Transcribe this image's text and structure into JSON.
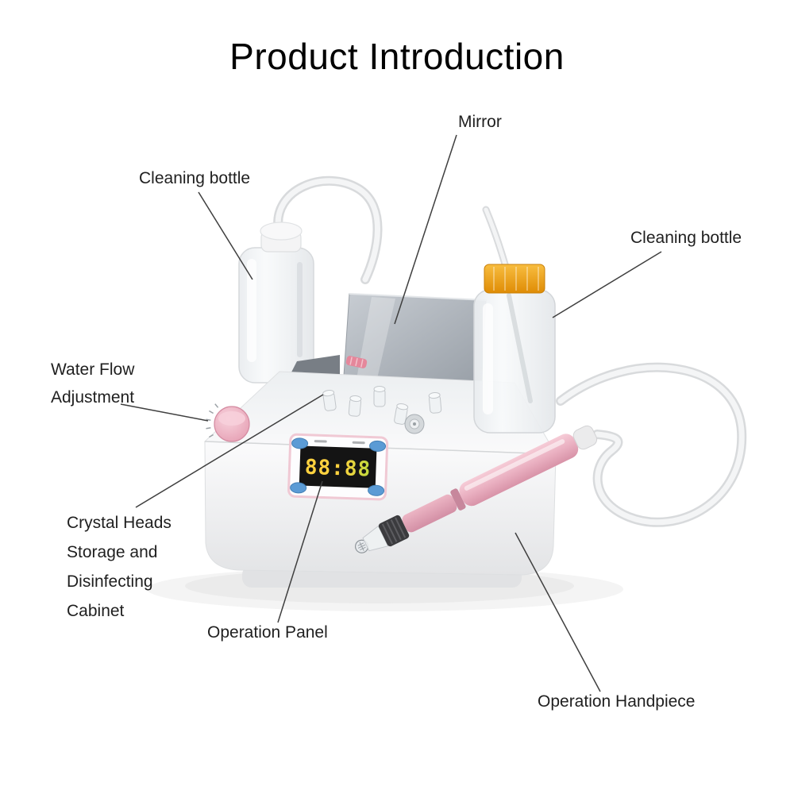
{
  "title": "Product Introduction",
  "callouts": {
    "mirror": {
      "label": "Mirror"
    },
    "cleaning_bottle_left": {
      "label": "Cleaning bottle"
    },
    "cleaning_bottle_right": {
      "label": "Cleaning bottle"
    },
    "water_flow_adjustment": {
      "line1": "Water Flow",
      "line2": "Adjustment"
    },
    "crystal_heads_cabinet": {
      "line1": "Crystal Heads",
      "line2": "Storage and",
      "line3": "Disinfecting",
      "line4": "Cabinet"
    },
    "operation_panel": {
      "label": "Operation Panel"
    },
    "operation_handpiece": {
      "label": "Operation Handpiece"
    }
  },
  "device": {
    "display": {
      "value": "88:88",
      "digit_color": "#ffd23f",
      "screen_color": "#141414",
      "button_color": "#5b9bd5"
    },
    "colors": {
      "handpiece_pink": "#eeb7c6",
      "knob_pink": "#f0b4c4",
      "bottle_cap_orange": "#f09a1e",
      "machine_white": "#f4f4f5",
      "mirror_gray": "#b3b9bf",
      "tube_white": "#f3f4f5"
    }
  }
}
